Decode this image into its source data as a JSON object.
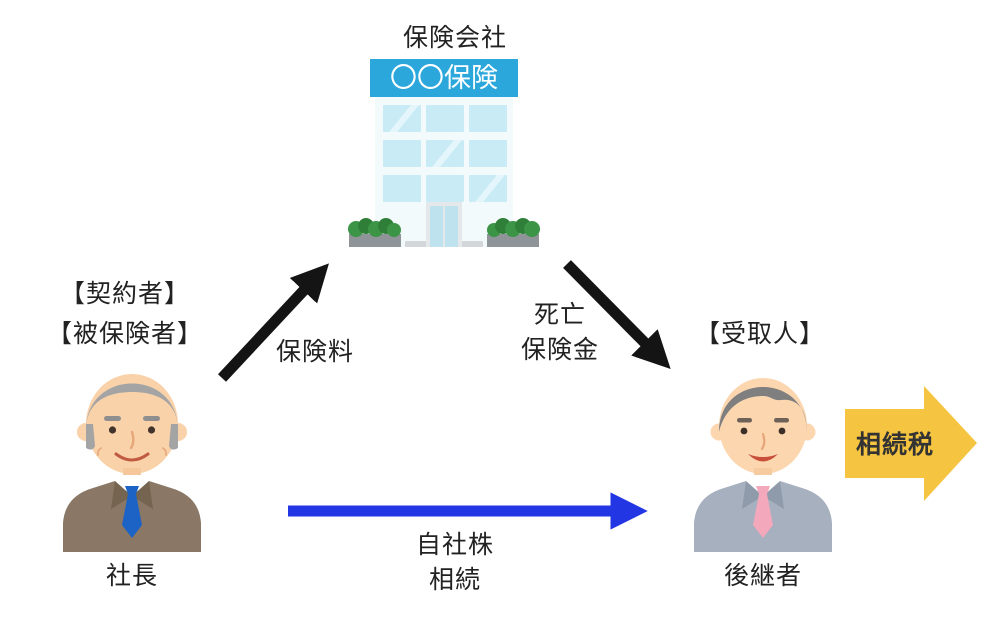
{
  "company": {
    "label": "保険会社",
    "sign_text": "〇〇保険"
  },
  "contractor": {
    "roles": [
      "【契約者】",
      "【被保険者】"
    ],
    "name": "社長"
  },
  "beneficiary": {
    "role": "【受取人】",
    "name": "後継者"
  },
  "arrows": {
    "premium": {
      "label": "保険料"
    },
    "death_benefit": {
      "lines": [
        "死亡",
        "保険金"
      ]
    },
    "share_inheritance": {
      "lines": [
        "自社株",
        "相続"
      ]
    },
    "inheritance_tax": {
      "label": "相続税"
    }
  },
  "colors": {
    "sign_blue": "#2BA7DC",
    "window_blue": "#C8EBF5",
    "arrow_black": "#141414",
    "arrow_blue": "#2236E3",
    "arrow_yellow": "#F5C440",
    "suit_brown": "#8A7765",
    "suit_gray": "#A6B0BF",
    "tie_blue": "#1C63C5",
    "tie_pink": "#F3A8BC"
  }
}
